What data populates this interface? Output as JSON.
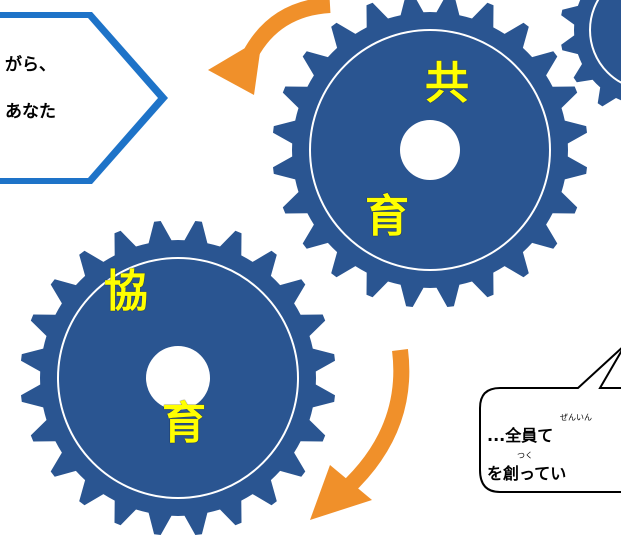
{
  "callout": {
    "line1": "がら、",
    "line2": "あなた"
  },
  "gears": {
    "top": {
      "top_char": "共",
      "bottom_char": "育"
    },
    "left": {
      "top_char": "協",
      "bottom_char": "育"
    }
  },
  "speech": {
    "ruby1": "ぜんいん",
    "line1": "...全員て",
    "ruby2": "つく",
    "line2": "を創ってい"
  },
  "colors": {
    "gear": "#2a5591",
    "gear_ring": "#ffffff",
    "arrow": "#f0902a",
    "char": "#ffff00",
    "callout_border": "#1e73c8"
  }
}
